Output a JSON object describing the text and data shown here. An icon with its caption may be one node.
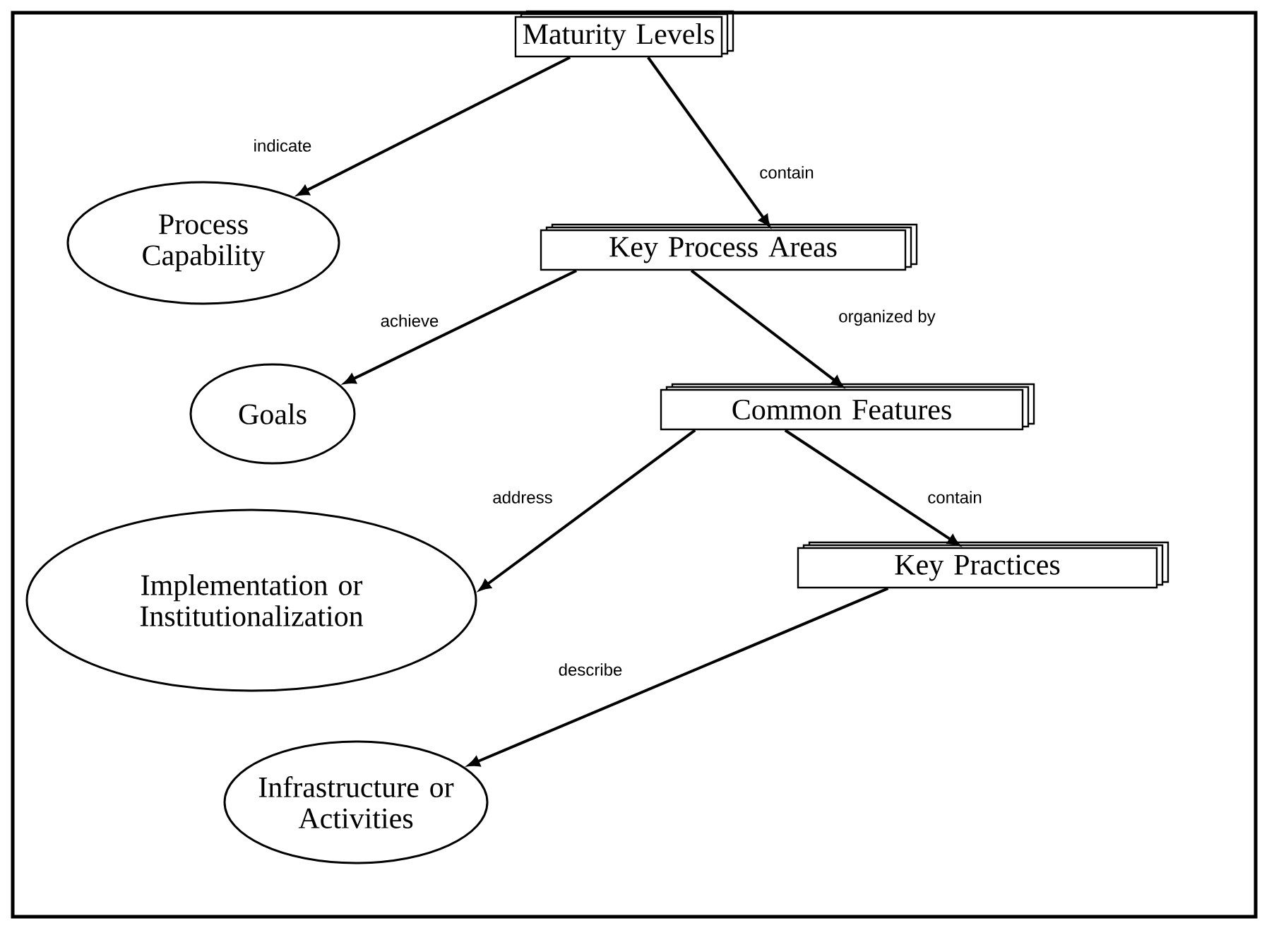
{
  "diagram": {
    "nodes": [
      {
        "text": [
          "Maturity Levels"
        ]
      },
      {
        "text": [
          "Process Capability"
        ]
      },
      {
        "text": [
          "Key Process Areas"
        ]
      },
      {
        "text": [
          "Goals"
        ]
      },
      {
        "text": [
          "Common Features"
        ]
      },
      {
        "text": [
          "Implementation or Institutionalization"
        ]
      },
      {
        "text": [
          "Key Practices"
        ]
      },
      {
        "text": [
          "Infrastructure or Activities"
        ]
      }
    ],
    "edges": [
      {
        "from": 0,
        "to": 1,
        "arrow": "to",
        "label": "indicate"
      },
      {
        "from": 0,
        "to": 2,
        "arrow": "to",
        "label": "contain"
      },
      {
        "from": 2,
        "to": 3,
        "arrow": "to",
        "label": "achieve"
      },
      {
        "from": 2,
        "to": 4,
        "arrow": "to",
        "label": "organized by"
      },
      {
        "from": 4,
        "to": 5,
        "arrow": "to",
        "label": "address"
      },
      {
        "from": 4,
        "to": 6,
        "arrow": "to",
        "label": "contain"
      },
      {
        "from": 6,
        "to": 7,
        "arrow": "to",
        "label": "describe"
      }
    ]
  }
}
